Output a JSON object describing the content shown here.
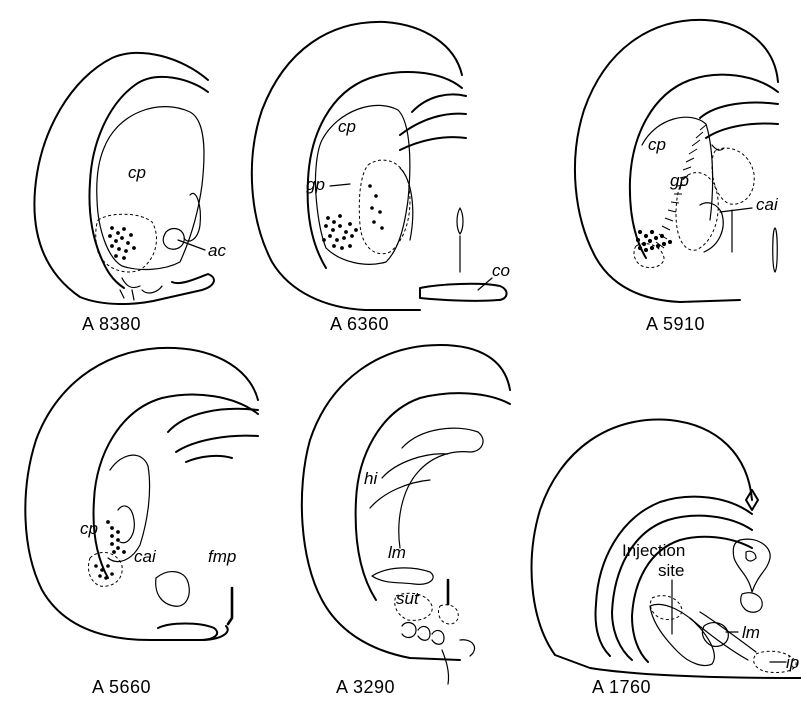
{
  "sections": [
    {
      "caption": "A 8380",
      "labels": {
        "cp": "cp",
        "ac": "ac"
      }
    },
    {
      "caption": "A 6360",
      "labels": {
        "cp": "cp",
        "gp": "gp",
        "co": "co"
      }
    },
    {
      "caption": "A 5910",
      "labels": {
        "cp": "cp",
        "gp": "gp",
        "cai": "cai"
      }
    },
    {
      "caption": "A 5660",
      "labels": {
        "cp": "cp",
        "cai": "cai",
        "fmp": "fmp"
      }
    },
    {
      "caption": "A 3290",
      "labels": {
        "hi": "hi",
        "lm": "lm",
        "sut": "sut"
      }
    },
    {
      "caption": "A 1760",
      "labels": {
        "injection_line1": "Injection",
        "injection_line2": "site",
        "lm": "lm",
        "ip": "ip"
      }
    }
  ]
}
